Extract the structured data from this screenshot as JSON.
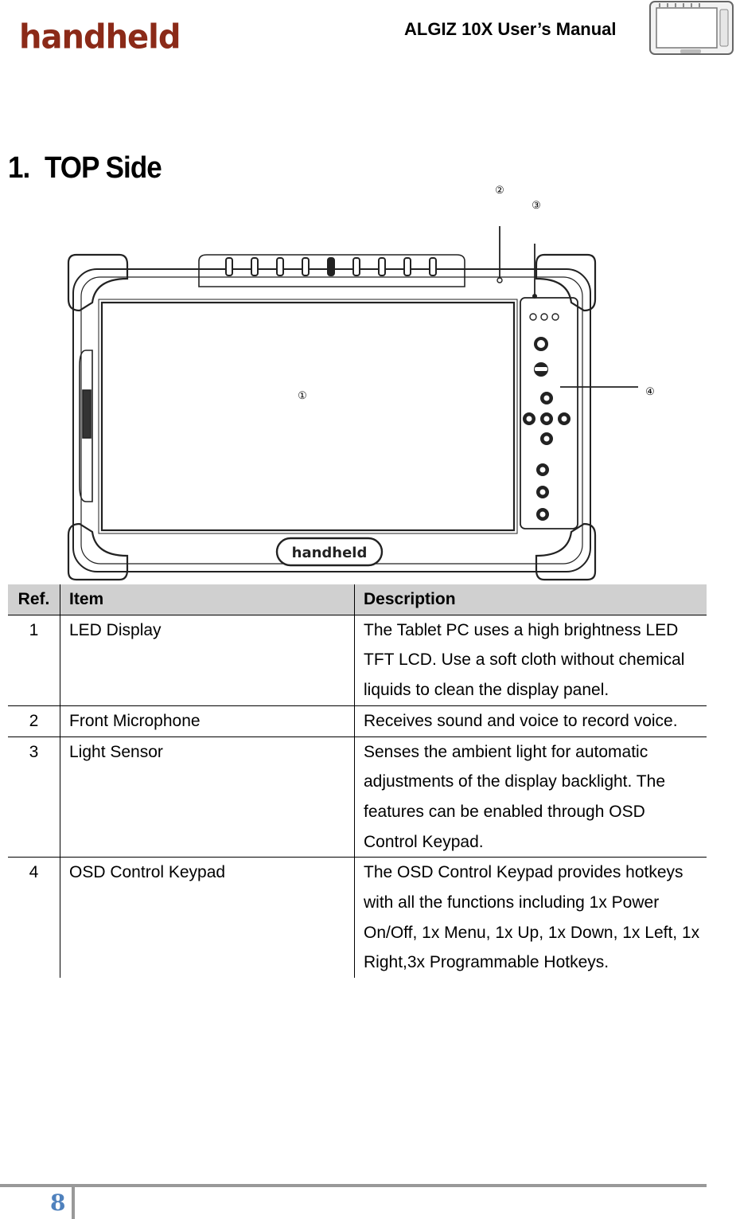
{
  "header": {
    "logo_text": "handheld",
    "manual_title": "ALGIZ 10X User’s Manual",
    "thumbnail_icon": "tablet-thumbnail-icon"
  },
  "section": {
    "number": "1.",
    "title": "TOP Side"
  },
  "figure": {
    "device_logo_text": "handheld",
    "callouts": [
      "①",
      "②",
      "③",
      "④"
    ]
  },
  "table": {
    "headers": [
      "Ref.",
      "Item",
      "Description"
    ],
    "rows": [
      {
        "ref": "1",
        "item": "LED Display",
        "description": "The Tablet PC uses a high brightness LED TFT LCD. Use a soft cloth without chemical liquids to clean the display panel."
      },
      {
        "ref": "2",
        "item": "Front Microphone",
        "description": "Receives sound and voice to record voice."
      },
      {
        "ref": "3",
        "item": "Light Sensor",
        "description": "Senses the ambient light for automatic adjustments of the display backlight. The features can be enabled through OSD Control Keypad."
      },
      {
        "ref": "4",
        "item": "OSD Control Keypad",
        "description": "The OSD Control Keypad provides hotkeys with all the functions including 1x Power On/Off, 1x Menu, 1x Up, 1x Down, 1x Left, 1x Right,3x Programmable Hotkeys."
      }
    ]
  },
  "footer": {
    "page_number": "8"
  },
  "colors": {
    "logo": "#8B2A18",
    "page_number": "#4F81BD",
    "table_header_bg": "#D0D0D0"
  }
}
